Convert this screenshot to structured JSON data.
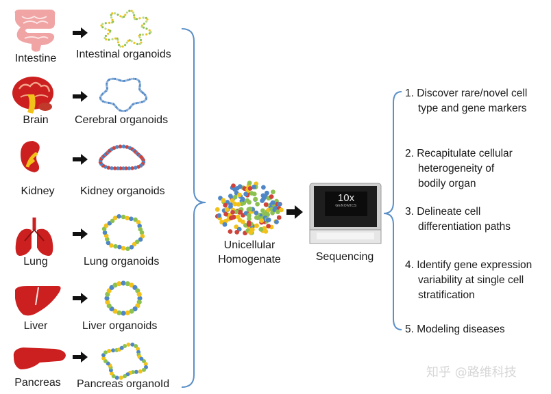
{
  "organs": [
    {
      "id": "intestine",
      "name": "Intestine",
      "organoid": "Intestinal organoids"
    },
    {
      "id": "brain",
      "name": "Brain",
      "organoid": "Cerebral organoids"
    },
    {
      "id": "kidney",
      "name": "Kidney",
      "organoid": "Kidney organoids"
    },
    {
      "id": "lung",
      "name": "Lung",
      "organoid": "Lung organoids"
    },
    {
      "id": "liver",
      "name": "Liver",
      "organoid": "Liver organoids"
    },
    {
      "id": "pancreas",
      "name": "Pancreas",
      "organoid": "Pancreas organoId"
    }
  ],
  "homogenate": {
    "line1": "Unicellular",
    "line2": "Homogenate"
  },
  "sequencing": {
    "label": "Sequencing",
    "device_logo": "10x",
    "device_sub": "GENOMICS"
  },
  "outcomes": [
    {
      "lines": [
        "1. Discover rare/novel cell",
        "type and gene markers"
      ]
    },
    {
      "lines": [
        "2. Recapitulate cellular",
        "heterogeneity of",
        "bodily organ"
      ]
    },
    {
      "lines": [
        "3. Delineate cell",
        "differentiation paths"
      ]
    },
    {
      "lines": [
        "4. Identify gene expression",
        "variability at single cell",
        "stratification"
      ]
    },
    {
      "lines": [
        "5. Modeling diseases"
      ]
    }
  ],
  "watermark": "知乎 @路维科技",
  "colors": {
    "bracket": "#5b8fc7",
    "organ_red": "#cc1f1f",
    "intestine_pink": "#f0a4a4",
    "dot_blue": "#4f86c6",
    "dot_green": "#8cc152",
    "dot_yellow": "#f2c21b",
    "dot_red": "#d0433b"
  }
}
